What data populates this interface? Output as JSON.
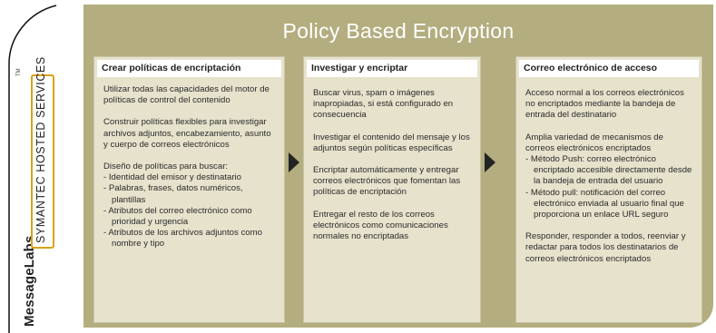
{
  "brand": {
    "name": "MessageLabs",
    "sub": "SYMANTEC HOSTED SERVICES",
    "tm": "TM"
  },
  "title": "Policy Based Encryption",
  "cards": [
    {
      "title": "Crear políticas de encriptación",
      "p1": "Utilizar todas las capacidades del motor de políticas de control del contenido",
      "p2": "Construir políticas flexibles para investigar archivos adjuntos, encabezamiento, asunto y cuerpo de correos electrónicos",
      "p3": "Diseño de políticas para buscar:",
      "items": [
        "Identidad del emisor y destinatario",
        "Palabras, frases, datos numéricos, plantillas",
        "Atributos del correo electrónico como prioridad y urgencia",
        "Atributos de los archivos adjuntos como nombre y tipo"
      ]
    },
    {
      "title": "Investigar y encriptar",
      "p1": "Buscar virus, spam o imágenes inapropiadas, si está configurado en consecuencia",
      "p2": "Investigar el contenido del mensaje y los adjuntos según políticas específicas",
      "p3": "Encriptar automáticamente y entregar correos electrónicos que fomentan las políticas de encriptación",
      "p4": "Entregar el resto de los correos electrónicos como comunicaciones normales no encriptadas"
    },
    {
      "title": "Correo electrónico de acceso",
      "p1": "Acceso normal a los correos electrónicos no encriptados mediante la bandeja de entrada del destinatario",
      "p2": "Amplia variedad de mecanismos de correos electrónicos encriptados",
      "items": [
        "Método Push: correo electrónico encriptado accesible directamente desde la bandeja de entrada del usuario",
        "Método pull: notificación del correo electrónico enviada al usuario final que proporciona un enlace URL seguro"
      ],
      "p3": "Responder, responder a todos, reenviar y redactar para todos los destinatarios de correos electrónicos encriptados"
    }
  ]
}
